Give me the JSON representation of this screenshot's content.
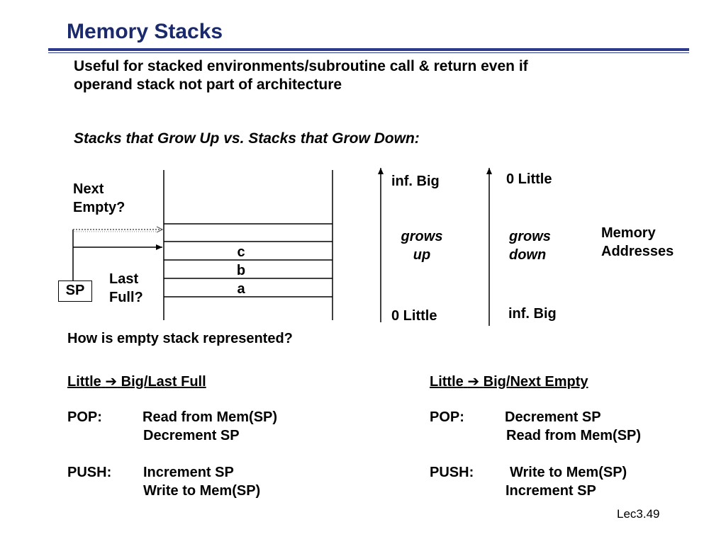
{
  "title": "Memory Stacks",
  "intro": {
    "line1": "Useful for stacked environments/subroutine call & return even if",
    "line2": "operand stack not part of architecture"
  },
  "subheading": "Stacks that Grow Up vs. Stacks that Grow Down:",
  "diagram": {
    "next_empty": [
      "Next",
      "Empty?"
    ],
    "last_full": [
      "Last",
      "Full?"
    ],
    "sp_label": "SP",
    "cells": [
      "c",
      "b",
      "a"
    ],
    "grow_up": {
      "top": "inf.  Big",
      "mid": [
        "grows",
        "up"
      ],
      "bottom": "0  Little"
    },
    "grow_down": {
      "top": "0  Little",
      "mid": [
        "grows",
        "down"
      ],
      "bottom": "inf.  Big"
    },
    "memory_addresses": [
      "Memory",
      "Addresses"
    ]
  },
  "question": "How is empty stack represented?",
  "left_column": {
    "heading_a": "Little",
    "arrow": "➔",
    "heading_b": "Big/Last Full",
    "pop_label": "POP:",
    "pop_steps": [
      "Read from Mem(SP)",
      "Decrement SP"
    ],
    "push_label": "PUSH:",
    "push_steps": [
      "Increment SP",
      "Write to Mem(SP)"
    ]
  },
  "right_column": {
    "heading_a": "Little",
    "arrow": "➔",
    "heading_b": "Big/Next Empty",
    "pop_label": "POP:",
    "pop_steps": [
      "Decrement SP",
      "Read from Mem(SP)"
    ],
    "push_label": "PUSH:",
    "push_steps": [
      "Write to Mem(SP)",
      "Increment SP"
    ]
  },
  "footer": "Lec3.49",
  "colors": {
    "title": "#1a2a6c",
    "rule": "#2d3a8c"
  }
}
